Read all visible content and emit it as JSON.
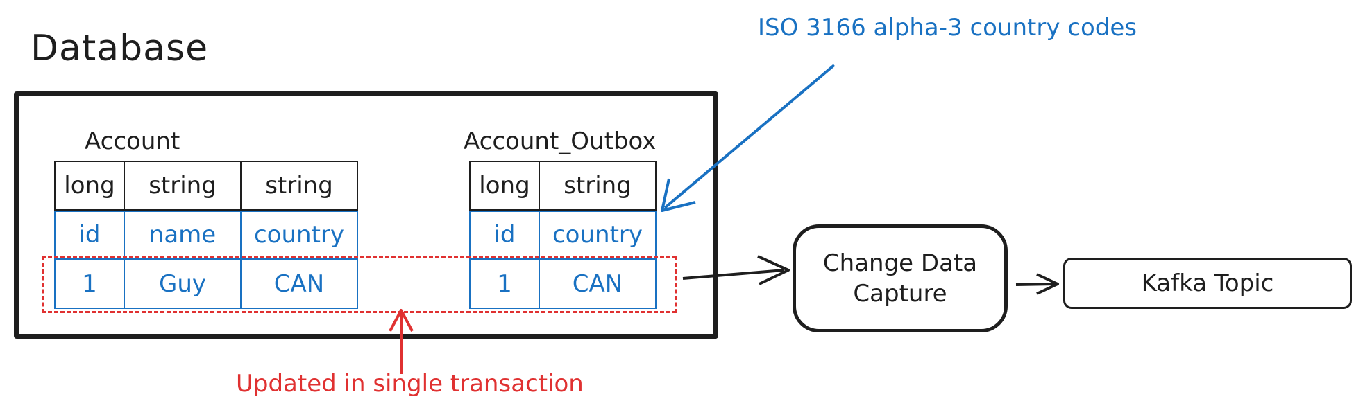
{
  "diagram": {
    "title": "Database",
    "account": {
      "name": "Account",
      "types": [
        "long",
        "string",
        "string"
      ],
      "columns": [
        "id",
        "name",
        "country"
      ],
      "row": [
        "1",
        "Guy",
        "CAN"
      ]
    },
    "outbox": {
      "name": "Account_Outbox",
      "types": [
        "long",
        "string"
      ],
      "columns": [
        "id",
        "country"
      ],
      "row": [
        "1",
        "CAN"
      ]
    },
    "cdc_label": "Change Data Capture",
    "kafka_label": "Kafka Topic",
    "iso_note": "ISO 3166 alpha-3 country codes",
    "transaction_note": "Updated in single transaction",
    "colors": {
      "ink": "#1e1e1e",
      "blue": "#1971c2",
      "red": "#e03131"
    }
  }
}
